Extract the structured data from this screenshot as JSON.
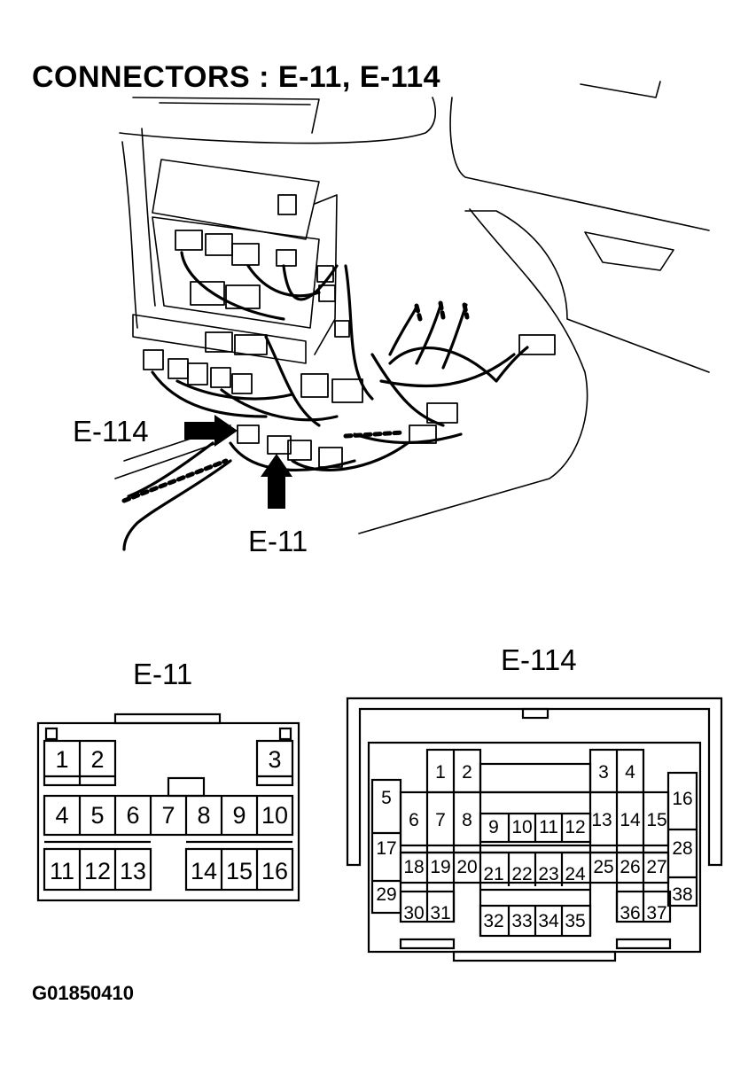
{
  "title": "CONNECTORS : E-11, E-114",
  "figure_code": "G01850410",
  "callouts": {
    "e114": "E-114",
    "e11": "E-11"
  },
  "connector_e11": {
    "name": "E-11",
    "pins": [
      "1",
      "2",
      "3",
      "4",
      "5",
      "6",
      "7",
      "8",
      "9",
      "10",
      "11",
      "12",
      "13",
      "14",
      "15",
      "16"
    ]
  },
  "connector_e114": {
    "name": "E-114",
    "pins": [
      "1",
      "2",
      "3",
      "4",
      "5",
      "6",
      "7",
      "8",
      "9",
      "10",
      "11",
      "12",
      "13",
      "14",
      "15",
      "16",
      "17",
      "18",
      "19",
      "20",
      "21",
      "22",
      "23",
      "24",
      "25",
      "26",
      "27",
      "28",
      "29",
      "30",
      "31",
      "32",
      "33",
      "34",
      "35",
      "36",
      "37",
      "38"
    ]
  }
}
